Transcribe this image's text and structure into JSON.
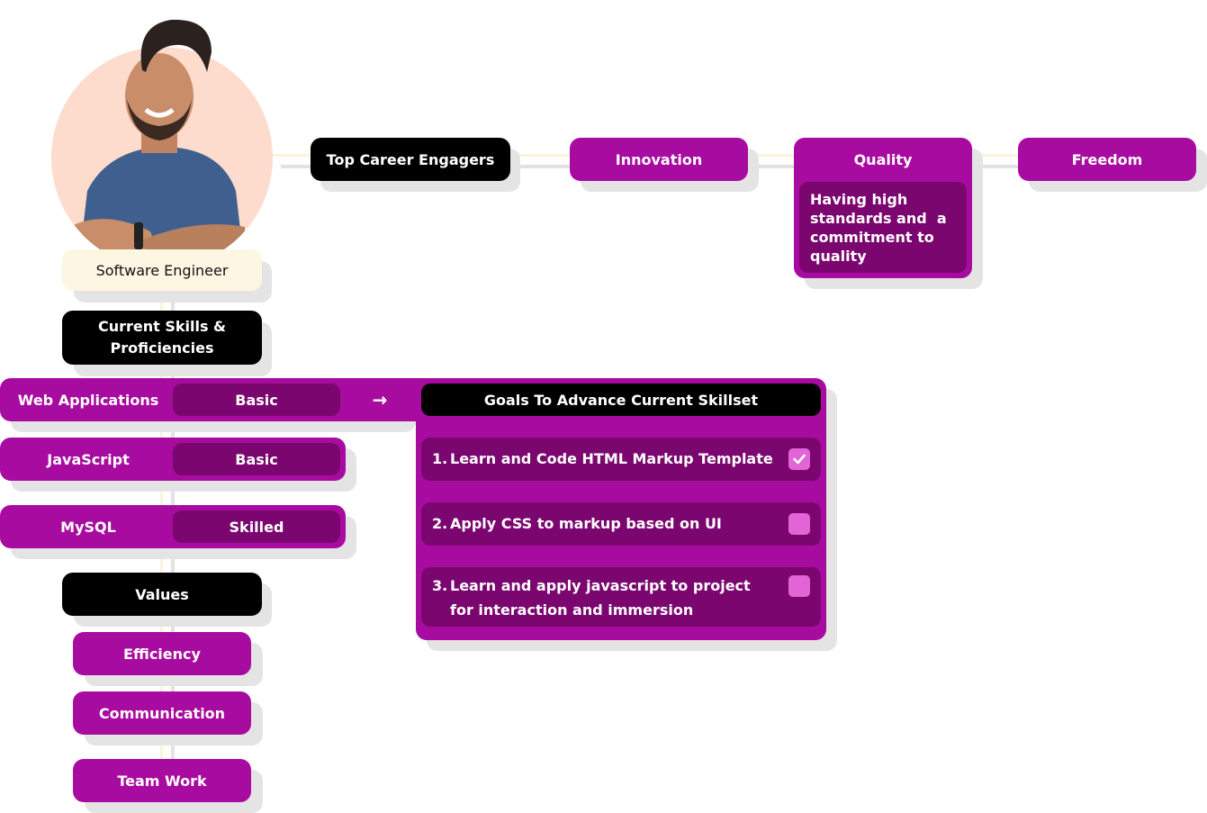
{
  "profile": {
    "role": "Software Engineer",
    "avatar_icon": "person-photo"
  },
  "engagers": {
    "header": "Top Career Engagers",
    "items": [
      {
        "label": "Innovation"
      },
      {
        "label": "Quality",
        "description": "Having high standards and  a commitment to quality"
      },
      {
        "label": "Freedom"
      }
    ]
  },
  "skills": {
    "header": "Current Skills & Proficiencies",
    "items": [
      {
        "name": "Web Applications",
        "level": "Basic"
      },
      {
        "name": "JavaScript",
        "level": "Basic"
      },
      {
        "name": "MySQL",
        "level": "Skilled"
      }
    ],
    "arrow_icon": "arrow-right-icon"
  },
  "goals": {
    "header": "Goals To Advance Current Skillset",
    "items": [
      {
        "num": "1.",
        "text": "Learn and Code HTML Markup Template",
        "checked": true
      },
      {
        "num": "2.",
        "text": "Apply CSS to markup based on UI",
        "checked": false
      },
      {
        "num": "3.",
        "text": "Learn and apply javascript to project for interaction and immersion",
        "checked": false
      }
    ]
  },
  "values": {
    "header": "Values",
    "items": [
      {
        "label": "Efficiency"
      },
      {
        "label": "Communication"
      },
      {
        "label": "Team Work"
      }
    ]
  },
  "colors": {
    "purple": "#a80b9f",
    "dark_purple": "#7b066f",
    "checkbox": "#e264d6",
    "black": "#000000",
    "cream": "#fdf6e3",
    "avatar_bg": "#fddbcd"
  }
}
